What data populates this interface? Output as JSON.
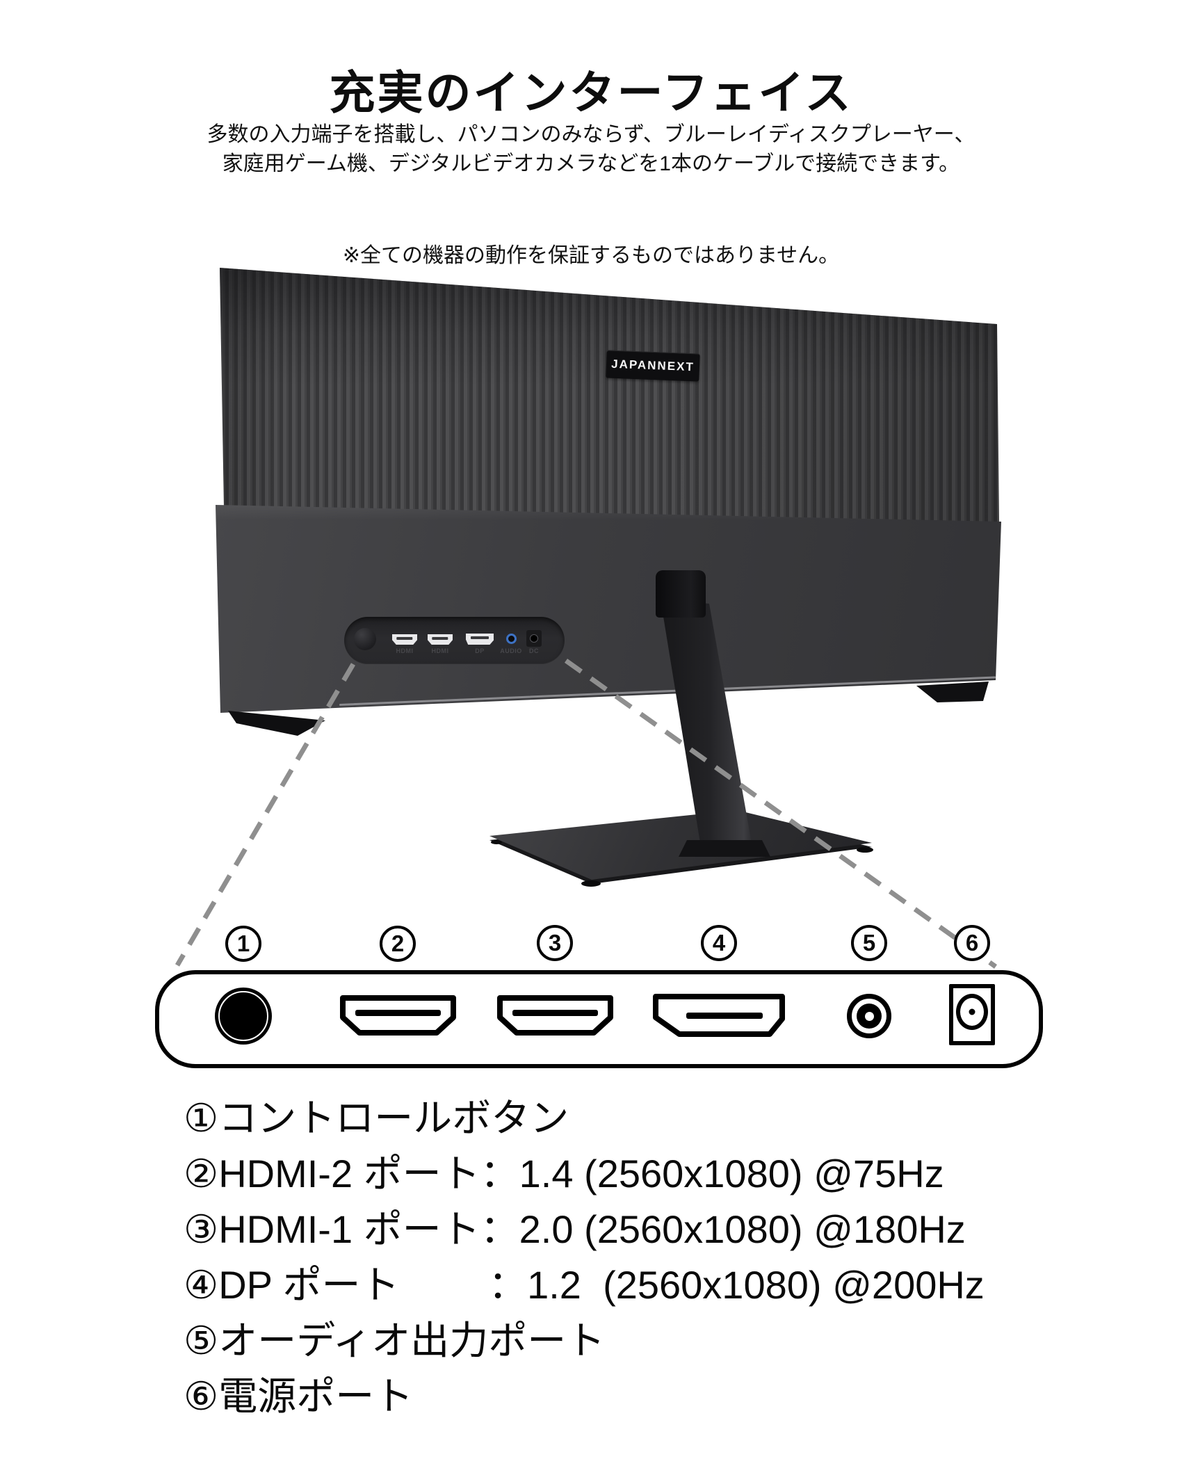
{
  "header": {
    "title": "充実のインターフェイス",
    "description_line1": "多数の入力端子を搭載し、パソコンのみならず、ブルーレイディスクプレーヤー、",
    "description_line2": "家庭用ゲーム機、デジタルビデオカメラなどを1本のケーブルで接続できます。",
    "note": "※全ての機器の動作を保証するものではありません。"
  },
  "monitor": {
    "brand_logo": "JAPANNEXT",
    "port_labels": [
      "HDMI",
      "HDMI",
      "DP",
      "AUDIO",
      "DC"
    ]
  },
  "diagram": {
    "ports": [
      {
        "number": "1",
        "type": "control-button"
      },
      {
        "number": "2",
        "type": "hdmi-port"
      },
      {
        "number": "3",
        "type": "hdmi-port"
      },
      {
        "number": "4",
        "type": "displayport"
      },
      {
        "number": "5",
        "type": "audio-out-jack"
      },
      {
        "number": "6",
        "type": "dc-power-jack"
      }
    ]
  },
  "port_list": {
    "items": [
      {
        "text": "①コントロールボタン"
      },
      {
        "text": "②HDMI-2 ポート：1.4 (2560x1080) @75Hz"
      },
      {
        "text": "③HDMI-1 ポート：2.0 (2560x1080) @180Hz"
      },
      {
        "text": "④DP ポート　　 ：1.2  (2560x1080) @200Hz"
      },
      {
        "text": "⑤オーディオ出力ポート"
      },
      {
        "text": "⑥電源ポート"
      }
    ]
  },
  "colors": {
    "audio_jack_ring": "#3d72c4",
    "dashed_callout": "#8f8f8f",
    "monitor_body": "#3c3c3f",
    "text": "#0a0a0a"
  }
}
